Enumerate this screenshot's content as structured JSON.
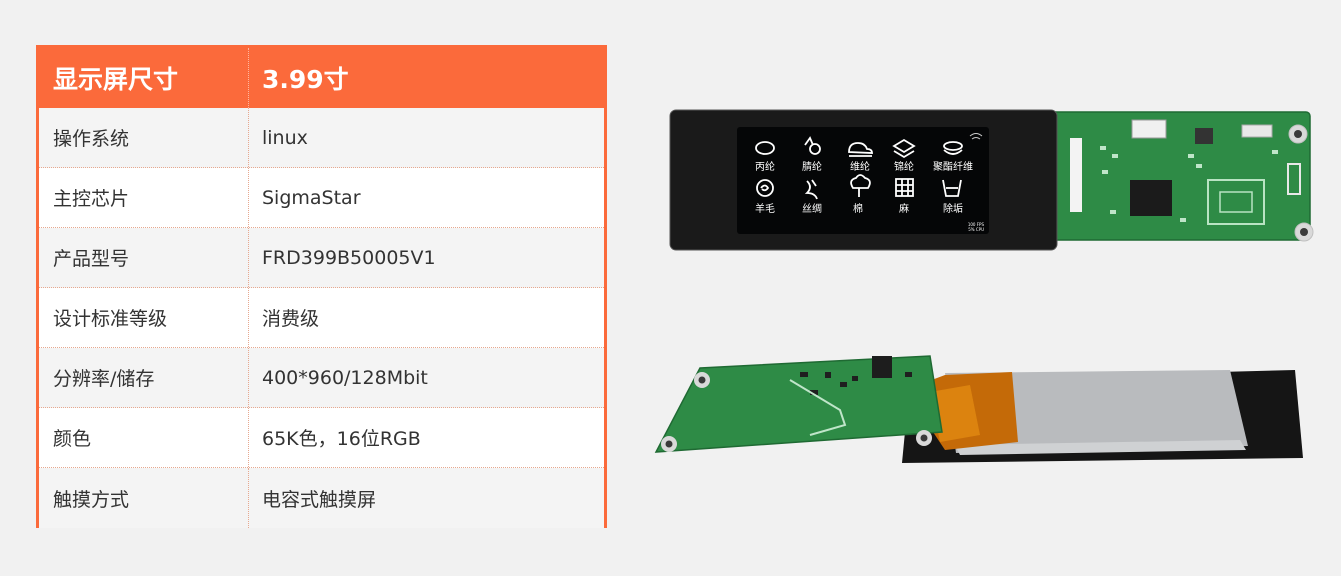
{
  "spec_table": {
    "header": {
      "key": "显示屏尺寸",
      "value": "3.99寸"
    },
    "rows": [
      {
        "key": "操作系统",
        "value": "linux"
      },
      {
        "key": "主控芯片",
        "value": "SigmaStar"
      },
      {
        "key": "产品型号",
        "value": "FRD399B50005V1"
      },
      {
        "key": "设计标准等级",
        "value": "消费级"
      },
      {
        "key": "分辨率/储存",
        "value": "400*960/128Mbit"
      },
      {
        "key": "颜色",
        "value": "65K色，16位RGB"
      },
      {
        "key": "触摸方式",
        "value": "电容式触摸屏"
      }
    ]
  },
  "screen_ui": {
    "icons": [
      {
        "label": "丙纶",
        "icon": "fabric-circle-icon"
      },
      {
        "label": "腈纶",
        "icon": "yarn-icon"
      },
      {
        "label": "维纶",
        "icon": "cloud-stack-icon"
      },
      {
        "label": "锦纶",
        "icon": "layers-icon"
      },
      {
        "label": "聚酯纤维",
        "icon": "bowl-icon"
      },
      {
        "label": "羊毛",
        "icon": "wool-swirl-icon"
      },
      {
        "label": "丝绸",
        "icon": "silk-icon"
      },
      {
        "label": "棉",
        "icon": "cotton-icon"
      },
      {
        "label": "麻",
        "icon": "grid-icon"
      },
      {
        "label": "除垢",
        "icon": "descale-cup-icon"
      }
    ],
    "status_line_1": "100 FPS",
    "status_line_2": "5% CPU"
  }
}
